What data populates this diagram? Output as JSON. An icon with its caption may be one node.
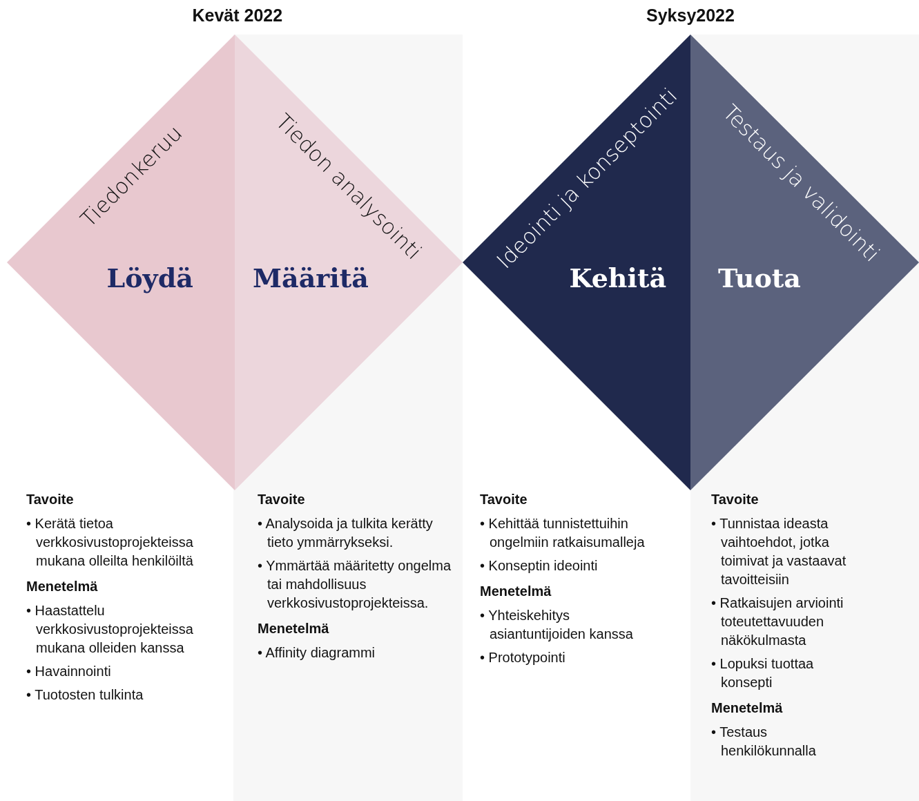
{
  "diagram": {
    "nodes": [
      {
        "text": [
          "Tiedonkeruu",
          "Löydä"
        ]
      },
      {
        "text": [
          "Tiedon analysointi",
          "Määritä"
        ]
      },
      {
        "text": [
          "Ideointi ja konseptointi",
          "Kehitä"
        ]
      },
      {
        "text": [
          "Testaus ja validointi",
          "Tuota"
        ]
      },
      {
        "text": [
          "Tavoite",
          "• Kerätä tietoa verkkosivustoprojekteissa mukana olleilta henkilöiltä",
          "Menetelmä",
          "• Haastattelu verkkosivustoprojekteissa mukana olleiden kanssa",
          "• Havainnointi",
          "• Tuotosten tulkinta"
        ]
      },
      {
        "text": [
          "Tavoite",
          "• Analysoida ja tulkita kerätty tieto ymmärrykseksi.",
          "• Ymmärtää määritetty ongelma tai mahdollisuus verkkosivustoprojekteissa.",
          "Menetelmä",
          "• Affinity diagrammi"
        ]
      },
      {
        "text": [
          "Tavoite",
          "• Kehittää tunnistettuihin ongelmiin ratkaisumalleja",
          "• Konseptin ideointi",
          "Menetelmä",
          "• Yhteiskehitys asiantuntijoiden kanssa",
          "• Prototypointi"
        ]
      },
      {
        "text": [
          "Tavoite",
          "• Tunnistaa ideasta vaihtoehdot, jotka toimivat ja vastaavat tavoitteisiin",
          "• Ratkaisujen arviointi toteutettavuuden näkökulmasta",
          "• Lopuksi tuottaa konsepti",
          "Menetelmä",
          "• Testaus henkilökunnalla"
        ]
      }
    ],
    "labels": [
      "Kevät 2022",
      "Syksy2022"
    ]
  }
}
